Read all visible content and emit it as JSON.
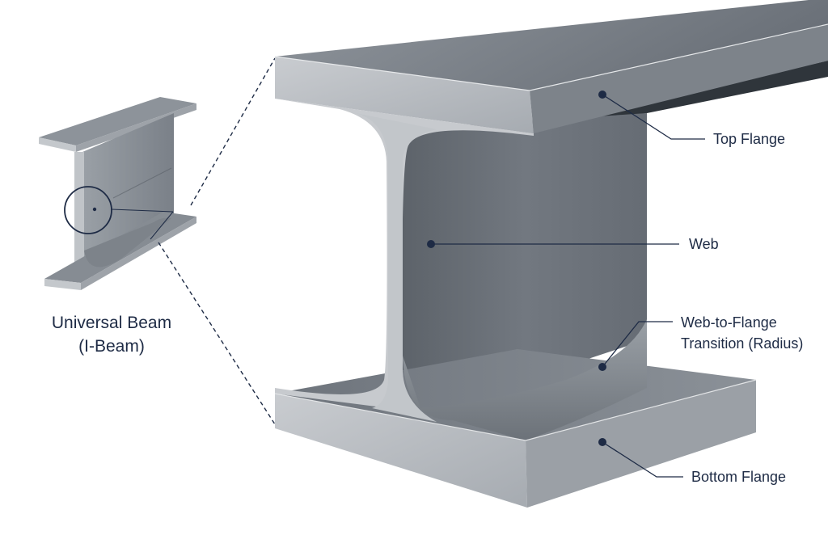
{
  "caption": {
    "line1": "Universal Beam",
    "line2": "(I-Beam)"
  },
  "labels": {
    "top_flange": "Top Flange",
    "web": "Web",
    "transition_line1": "Web-to-Flange",
    "transition_line2": "Transition (Radius)",
    "bottom_flange": "Bottom Flange"
  },
  "colors": {
    "label_text": "#1e2b45",
    "leader_line": "#1e2b45",
    "steel_light": "#b6babf",
    "steel_mid": "#8e949b",
    "steel_dark": "#5f666e"
  }
}
